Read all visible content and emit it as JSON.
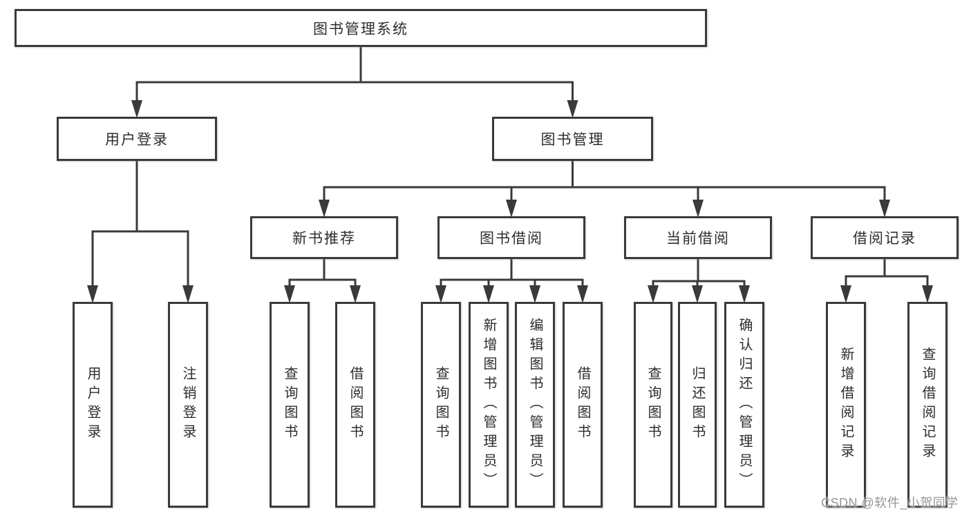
{
  "colors": {
    "line": "#3a3a3c",
    "box_border": "#3a3a3c",
    "text": "#2d2d30",
    "watermark_text": "#96969a",
    "background": "#ffffff"
  },
  "diagram": {
    "type": "hierarchy-tree",
    "nodes": [
      {
        "id": "root",
        "label": "图书管理系统",
        "parent": null
      },
      {
        "id": "user-login",
        "label": "用户登录",
        "parent": "root"
      },
      {
        "id": "book-management",
        "label": "图书管理",
        "parent": "root"
      },
      {
        "id": "new-book-recommend",
        "label": "新书推荐",
        "parent": "book-management"
      },
      {
        "id": "book-borrow",
        "label": "图书借阅",
        "parent": "book-management"
      },
      {
        "id": "current-borrow",
        "label": "当前借阅",
        "parent": "book-management"
      },
      {
        "id": "borrow-records",
        "label": "借阅记录",
        "parent": "book-management"
      },
      {
        "id": "user-login-leaf",
        "label": "用户登录",
        "parent": "user-login"
      },
      {
        "id": "logout-leaf",
        "label": "注销登录",
        "parent": "user-login"
      },
      {
        "id": "query-books-recommend",
        "label": "查询图书",
        "parent": "new-book-recommend"
      },
      {
        "id": "borrow-books-recommend",
        "label": "借阅图书",
        "parent": "new-book-recommend"
      },
      {
        "id": "query-books-borrow",
        "label": "查询图书",
        "parent": "book-borrow"
      },
      {
        "id": "add-books-admin",
        "label": "新增图书（管理员）",
        "parent": "book-borrow"
      },
      {
        "id": "edit-books-admin",
        "label": "编辑图书（管理员）",
        "parent": "book-borrow"
      },
      {
        "id": "borrow-books-borrow",
        "label": "借阅图书",
        "parent": "book-borrow"
      },
      {
        "id": "query-books-current",
        "label": "查询图书",
        "parent": "current-borrow"
      },
      {
        "id": "return-books",
        "label": "归还图书",
        "parent": "current-borrow"
      },
      {
        "id": "confirm-return-admin",
        "label": "确认归还（管理员）",
        "parent": "current-borrow"
      },
      {
        "id": "add-borrow-record",
        "label": "新增借阅记录",
        "parent": "borrow-records"
      },
      {
        "id": "query-borrow-record",
        "label": "查询借阅记录",
        "parent": "borrow-records"
      }
    ]
  },
  "watermark": {
    "text": "CSDN @软件_小贺同学"
  }
}
